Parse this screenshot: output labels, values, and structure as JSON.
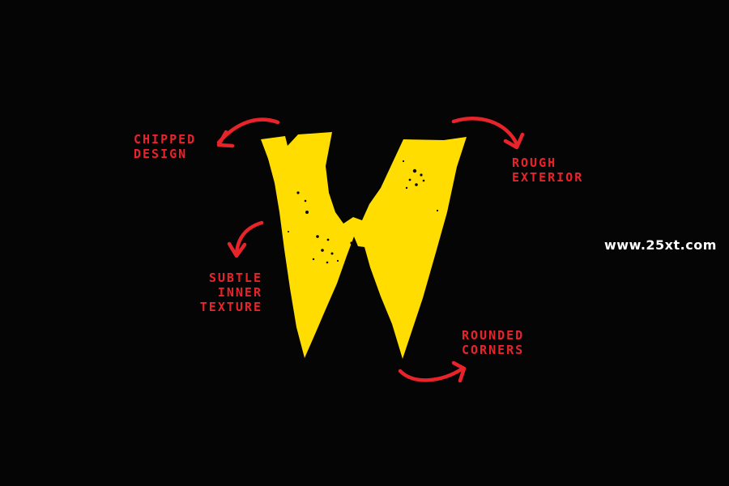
{
  "glyph": {
    "character": "W",
    "color": "#ffdd00"
  },
  "annotations": {
    "chipped": [
      "CHIPPED",
      "DESIGN"
    ],
    "rough": [
      "ROUGH",
      "EXTERIOR"
    ],
    "subtle": [
      "SUBTLE",
      "INNER",
      "TEXTURE"
    ],
    "rounded": [
      "ROUNDED",
      "CORNERS"
    ]
  },
  "watermark": "www.25xt.com",
  "colors": {
    "background": "#050505",
    "annotation": "#e8242a",
    "glyph": "#ffdd00",
    "watermark": "#ffffff"
  }
}
